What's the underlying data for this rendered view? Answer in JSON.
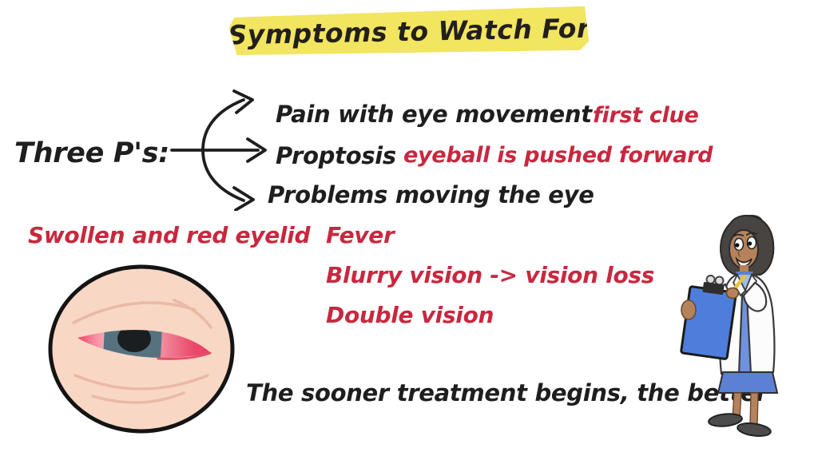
{
  "title": {
    "text": "Symptoms to Watch For"
  },
  "three_ps": {
    "label": "Three P's:",
    "branches": [
      {
        "symptom": "Pain with eye movement",
        "annotation": "first clue"
      },
      {
        "symptom": "Proptosis",
        "annotation": "eyeball is pushed forward"
      },
      {
        "symptom": "Problems moving the eye",
        "annotation": ""
      }
    ]
  },
  "additional_symptoms": {
    "eyelid": "Swollen and red eyelid",
    "list": [
      "Fever",
      "Blurry vision -> vision loss",
      "Double vision"
    ]
  },
  "takeaway": "The sooner treatment begins, the better",
  "illustrations": {
    "eye": "close-up of swollen red eyelid",
    "doctor": "doctor holding blue clipboard and pencil"
  },
  "colors": {
    "ink": "#1E1E1E",
    "red": "#C8283F",
    "highlight": "#F2E55F",
    "background": "#FFFFFF",
    "eye_skin": "#F8D7C5",
    "iris": "#56727F",
    "clipboard_blue": "#4E7EDB",
    "dress_blue": "#5C80D4"
  }
}
